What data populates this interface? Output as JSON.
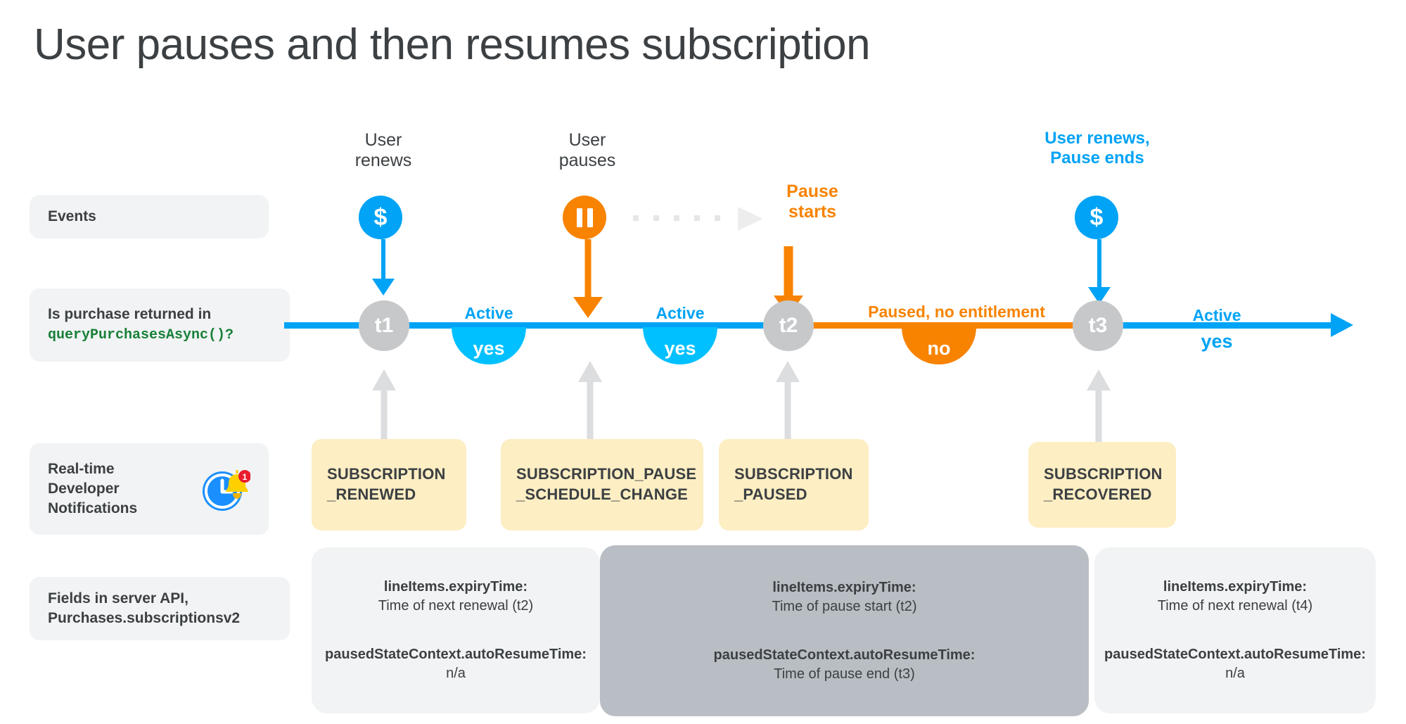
{
  "page": {
    "title": "User pauses and then resumes subscription"
  },
  "row_labels": {
    "events": "Events",
    "query_line1": "Is purchase returned in",
    "query_code": "queryPurchasesAsync()?",
    "rtdn": "Real-time\nDeveloper\nNotifications",
    "fields": "Fields in server API,\nPurchases.subscriptionsv2"
  },
  "icons": {
    "rtdn": "clock-bell-notification-icon",
    "badge_renew": "dollar-icon",
    "badge_pause": "pause-icon",
    "timeline_end": "arrow-right-icon"
  },
  "events": [
    {
      "caption": "User\nrenews",
      "badge": "$",
      "style": "dollar"
    },
    {
      "caption": "User\npauses",
      "badge": "||",
      "style": "pause"
    },
    {
      "caption": "Pause\nstarts",
      "badge": "",
      "style": "orange-text"
    },
    {
      "caption": "User renews,\nPause ends",
      "badge": "$",
      "style": "dollar"
    }
  ],
  "timeline": {
    "nodes": [
      "t1",
      "t2",
      "t3"
    ],
    "state_labels": [
      "Active",
      "Active",
      "Paused, no entitlement",
      "Active"
    ],
    "answers": [
      "yes",
      "yes",
      "no",
      "yes"
    ]
  },
  "rtdn_cards": [
    "SUBSCRIPTION\n_RENEWED",
    "SUBSCRIPTION_PAUSE\n_SCHEDULE_CHANGE",
    "SUBSCRIPTION\n_PAUSED",
    "SUBSCRIPTION\n_RECOVERED"
  ],
  "field_panels": [
    {
      "key1": "lineItems.expiryTime:",
      "val1": "Time of next renewal (t2)",
      "key2": "pausedStateContext.autoResumeTime:",
      "val2": "n/a"
    },
    {
      "key1": "lineItems.expiryTime:",
      "val1": "Time of pause start (t2)",
      "key2": "pausedStateContext.autoResumeTime:",
      "val2": "Time of pause end (t3)"
    },
    {
      "key1": "lineItems.expiryTime:",
      "val1": "Time of next renewal (t4)",
      "key2": "pausedStateContext.autoResumeTime:",
      "val2": "n/a"
    }
  ],
  "colors": {
    "blue": "#00a3f5",
    "blue_bright": "#00c0ff",
    "orange": "#f78300",
    "gray_node": "#c6c8ca",
    "card_yellow": "#fdeec3",
    "panel_light": "#f1f3f4",
    "panel_dark": "#b8bec3",
    "code_green": "#188038",
    "text": "#3c4043"
  }
}
